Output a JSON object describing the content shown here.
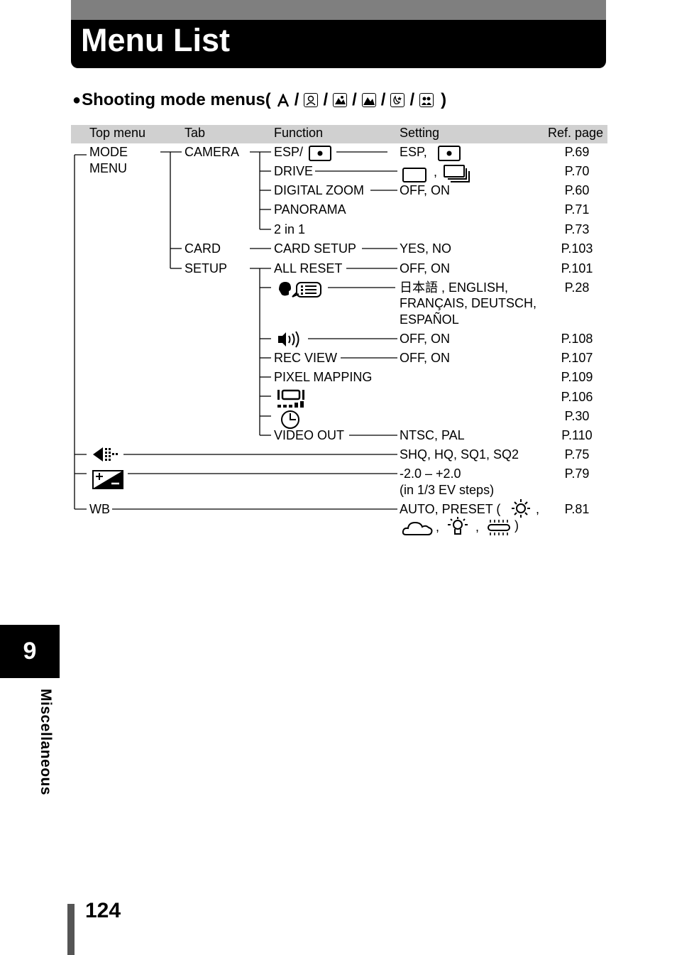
{
  "page": {
    "title": "Menu List",
    "page_number": "124",
    "chapter_number": "9",
    "chapter_label": "Miscellaneous"
  },
  "section": {
    "heading": "Shooting mode menus(",
    "heading_close": ")",
    "mode_icons": [
      "auto-mode-icon",
      "portrait-mode-icon",
      "landscape-portrait-mode-icon",
      "landscape-mode-icon",
      "night-scene-mode-icon",
      "self-portrait-mode-icon"
    ]
  },
  "table": {
    "headers": {
      "top_menu": "Top menu",
      "tab": "Tab",
      "function": "Function",
      "setting": "Setting",
      "ref_page": "Ref. page"
    },
    "top_menu": {
      "mode_menu_line1": "MODE",
      "mode_menu_line2": "MENU",
      "quality_icon": "image-quality-icon",
      "exposure_icon": "exposure-compensation-icon",
      "wb": "WB"
    },
    "tabs": {
      "camera": "CAMERA",
      "card": "CARD",
      "setup": "SETUP"
    },
    "functions": {
      "esp": "ESP/",
      "drive": "DRIVE",
      "digital_zoom": "DIGITAL ZOOM",
      "panorama": "PANORAMA",
      "two_in_one": "2 in 1",
      "card_setup": "CARD SETUP",
      "all_reset": "ALL RESET",
      "language_icon": "language-icon",
      "beep_icon": "beep-sound-icon",
      "rec_view": "REC VIEW",
      "pixel_mapping": "PIXEL MAPPING",
      "monitor_brightness_icon": "monitor-brightness-icon",
      "clock_icon": "clock-icon",
      "video_out": "VIDEO OUT"
    },
    "settings": {
      "esp": "ESP,",
      "drive_sep": ",",
      "digital_zoom": "OFF, ON",
      "card_setup": "YES, NO",
      "all_reset": "OFF, ON",
      "language_line1": "日本語 , ENGLISH,",
      "language_line2": "FRANÇAIS, DEUTSCH,",
      "language_line3": "ESPAÑOL",
      "beep": "OFF, ON",
      "rec_view": "OFF, ON",
      "video_out": "NTSC, PAL",
      "quality": "SHQ, HQ, SQ1, SQ2",
      "exposure_line1": "-2.0 – +2.0",
      "exposure_line2": "(in 1/3 EV steps)",
      "wb_line1": "AUTO, PRESET (",
      "wb_sep1": ",",
      "wb_sep2": ",",
      "wb_sep3": ",",
      "wb_close": ")",
      "wb_icons": [
        "sunny-icon",
        "cloudy-icon",
        "tungsten-icon",
        "fluorescent-icon"
      ]
    },
    "refs": {
      "esp": "P.69",
      "drive": "P.70",
      "digital_zoom": "P.60",
      "panorama": "P.71",
      "two_in_one": "P.73",
      "card_setup": "P.103",
      "all_reset": "P.101",
      "language": "P.28",
      "beep": "P.108",
      "rec_view": "P.107",
      "pixel_mapping": "P.109",
      "monitor_brightness": "P.106",
      "clock": "P.30",
      "video_out": "P.110",
      "quality": "P.75",
      "exposure": "P.79",
      "wb": "P.81"
    }
  }
}
